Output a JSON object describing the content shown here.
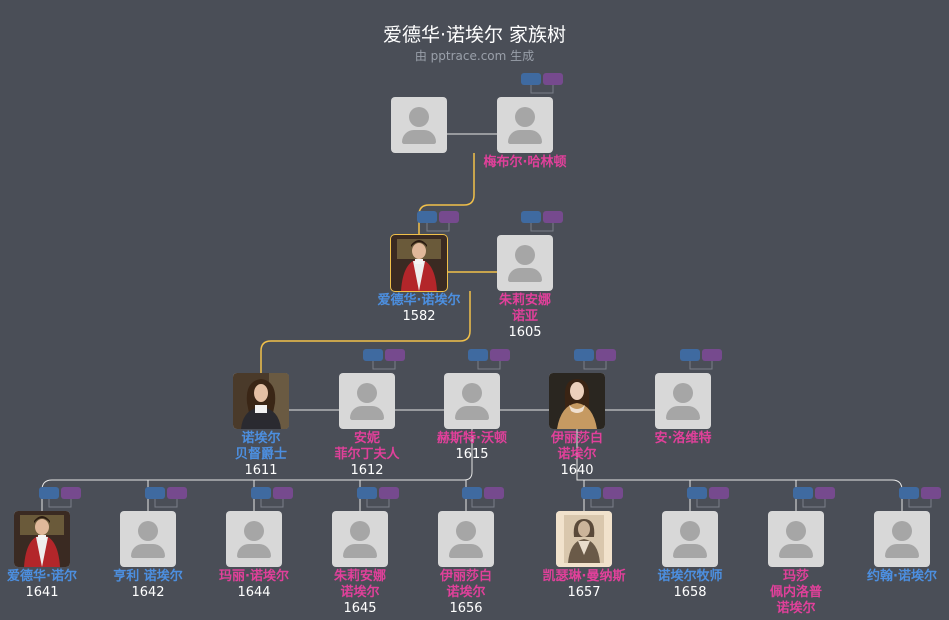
{
  "header": {
    "title": "爱德华·诺埃尔 家族树",
    "subtitle": "由 pptrace.com 生成"
  },
  "colors": {
    "male": "#4c8fe0",
    "female": "#e0409a",
    "highlight": "#f1c04a",
    "line": "#e6e6e6"
  },
  "nodes": [
    {
      "id": "g1-father",
      "name": "",
      "years": "",
      "gender": "m",
      "photo": ""
    },
    {
      "id": "g1-mother",
      "name": "梅布尔·哈林顿",
      "years": "",
      "gender": "f",
      "photo": ""
    },
    {
      "id": "edward",
      "name": "爱德华·诺埃尔",
      "years": "1582",
      "gender": "m",
      "photo": "portrait-red",
      "selected": true
    },
    {
      "id": "juliana",
      "name": "朱莉安娜\n诺亚",
      "years": "1605",
      "gender": "f",
      "photo": ""
    },
    {
      "id": "baptist",
      "name": "诺埃尔\n贝督爵士",
      "years": "1611",
      "gender": "m",
      "photo": "portrait-gentleman"
    },
    {
      "id": "anne",
      "name": "安妮\n菲尔丁夫人",
      "years": "1612",
      "gender": "f",
      "photo": ""
    },
    {
      "id": "hester",
      "name": "赫斯特·沃顿",
      "years": "1615",
      "gender": "f",
      "photo": ""
    },
    {
      "id": "elizabeth-w",
      "name": "伊丽莎白\n诺埃尔",
      "years": "1640",
      "gender": "f",
      "photo": "portrait-lady"
    },
    {
      "id": "anne-l",
      "name": "安·洛维特",
      "years": "",
      "gender": "f",
      "photo": ""
    },
    {
      "id": "c1",
      "name": "爱德华·诺尔",
      "years": "1641",
      "gender": "m",
      "photo": "portrait-red"
    },
    {
      "id": "c2",
      "name": "亨利 诺埃尔",
      "years": "1642",
      "gender": "m",
      "photo": ""
    },
    {
      "id": "c3",
      "name": "玛丽·诺埃尔",
      "years": "1644",
      "gender": "f",
      "photo": ""
    },
    {
      "id": "c4",
      "name": "朱莉安娜\n诺埃尔",
      "years": "1645",
      "gender": "f",
      "photo": ""
    },
    {
      "id": "c5",
      "name": "伊丽莎白\n诺埃尔",
      "years": "1656",
      "gender": "f",
      "photo": ""
    },
    {
      "id": "c6",
      "name": "凯瑟琳·曼纳斯",
      "years": "1657",
      "gender": "f",
      "photo": "portrait-engraving"
    },
    {
      "id": "c7",
      "name": "诺埃尔牧师",
      "years": "1658",
      "gender": "m",
      "photo": ""
    },
    {
      "id": "c8",
      "name": "玛莎\n佩内洛普\n诺埃尔",
      "years": "",
      "gender": "f",
      "photo": ""
    },
    {
      "id": "c9",
      "name": "约翰·诺埃尔",
      "years": "",
      "gender": "m",
      "photo": ""
    }
  ]
}
